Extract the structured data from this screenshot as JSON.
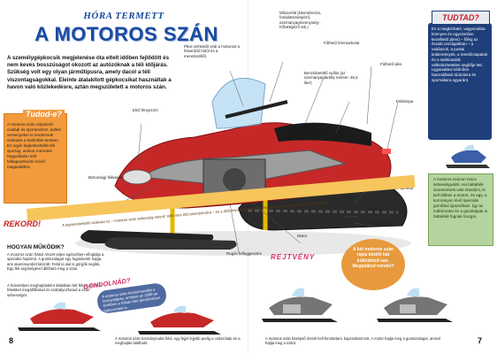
{
  "header": {
    "kicker": "HÓRA TERMETT",
    "title": "A MOTOROS SZÁN",
    "intro": "A személygépkocsik megjelenése óta eltelt időben fejlődött és nem kevés bosszúságot okozott az autózóknak a téli időjárás. Szükség volt egy olyan járműtípusra, amely dacol a téli viszontagságokkal. Eleinte átalakított gépkocsikat használtak a havon való közlekedésre, aztán megszületett a motoros szán."
  },
  "callouts": {
    "muszerfal": "Műszerfal (kilométeróra, fordulatszámjelző, üzemanyagmennyiség-, hőfokkijelző stb.)",
    "plexi": "Plexi szélvédő védi a motorost a felverődő hótól és a menetszéltől.",
    "futheto": "Fűthető fémmarkolat",
    "benzintartaly": "Benzinbetöltő nyílás (az üzemanyagtartály mérete: 45,5 liter)",
    "futheto_ules": "Fűthető ülés",
    "feklampa": "Féklámpa",
    "elso": "Első fényszóró",
    "biztonsagi": "Biztonsági fékkarok",
    "hofogo": "Hófogó, sárvédő",
    "karmok": "Karmok",
    "specialis": "Speciális gumitalp",
    "motor": "Motor",
    "rugos": "Rugós felfüggesztés",
    "sitalp": "Sítalp"
  },
  "tudod_left": {
    "title": "Tudod-e?",
    "text": "A motoros szán népszerű családi és sporteszköz, kültéri versenyeket is rendeznek számára a különféle tereken. Ez egyik legkedveltebb téli sportág, amikor meredek hegyoldalon kell felkapaszkodni minél magasabbra."
  },
  "tudod_right": {
    "title": "TUDTAD?",
    "text": "Ez a megbízható, vagyonokba könnyen és egyszerűen kezelhető jármű – főleg az északi országokban – a vadászok, a postai küldemények, a mentőcsapatok és a sarkkutatók nélkülözhetetlen segítője lett. Ugyanakkor kitűnően használható túrázásra és sportolásra egyaránt."
  },
  "green_box": {
    "text": "A motoros szánon nincs sebességváltó. Ha háttafelé szeretnének vele elindulni, le kell állítani a motort, és egy, a kormányon lévő speciális gombbal újraindítani. Így az indítómotor és a gumitalpak is háttafelé fognak forogni."
  },
  "rekord": {
    "title": "REKORD!",
    "text": "A legmeredekebb szakasz ez – motoros szán sebesség rekord: több mint 200 kilométer/óra – és a több mint ezer méteres motoros csúcs a végső hosszú szakasz."
  },
  "how": {
    "title": "HOGYAN MŰKÖDIK?",
    "text": "A motoros szán hátsó részét teljes egészében elfoglalja a speciális hajtómű. A gumiszalagot egy fogaskerék hajtja, ami alumíniumból készült. Felül is alul is görgők segítik. Egy fék segítségével állítható meg a szán.",
    "text2": "A hóesésben meghajtásként általában két fékes. Ezek a fékekkel megállíthatod és szabályozhatod a szán sebességét."
  },
  "gondolnad": {
    "title": "GONDOLNÁD?",
    "text": "A motoros szán leszármazottja a hernyótalpas, amelyet az 1900-as években a hóban futó járművekhez fejlesztettek ki."
  },
  "rejtveny": {
    "title": "REJTVÉNY",
    "oval": "A két motoros szán rajza között hat különböző van. Megtalálod mindet?"
  },
  "captions": {
    "bottom_left": "A motoros szán kormányrudat felül, egy fejjel lejjebb pedig a csúszótalp és a meghajtás található.",
    "bottom_right": "A motoros szán középső részét kell fenntartani, kapcsolatot tart. A motor hajtja meg a gumiszalagot, amivel hajtja meg a szánt."
  },
  "page_numbers": {
    "left": "8",
    "right": "7"
  },
  "icons": {
    "snowmobile": "snowmobile-illustration"
  }
}
